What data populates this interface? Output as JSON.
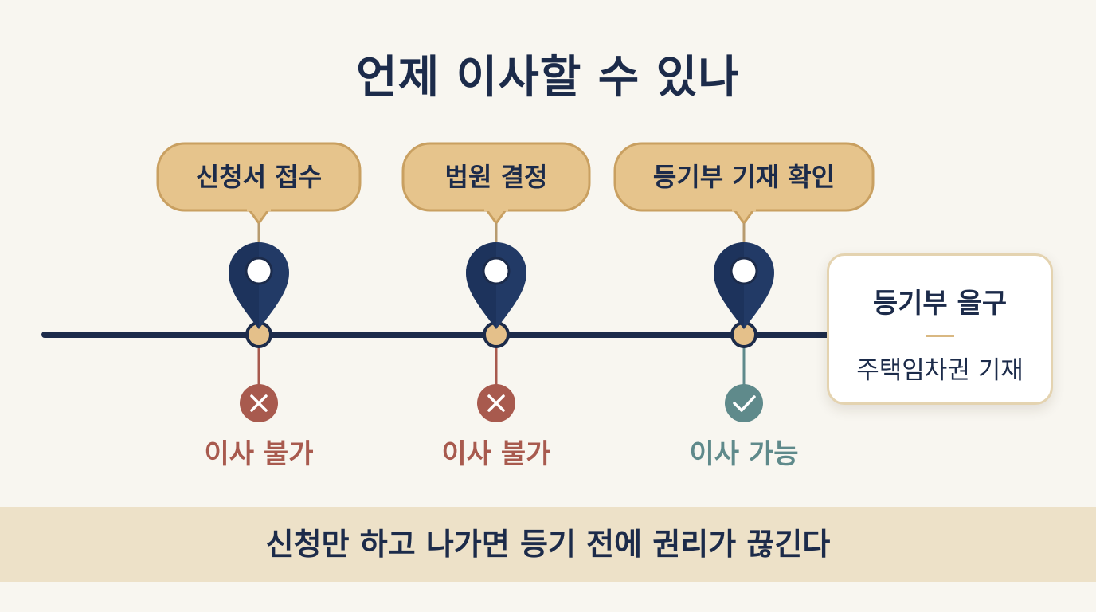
{
  "title": "언제 이사할 수 있나",
  "steps": [
    {
      "label": "신청서 접수",
      "status": "이사 불가",
      "outcome": "x-icon",
      "allowed": false
    },
    {
      "label": "법원 결정",
      "status": "이사 불가",
      "outcome": "x-icon",
      "allowed": false
    },
    {
      "label": "등기부 기재 확인",
      "status": "이사 가능",
      "outcome": "check-icon",
      "allowed": true
    }
  ],
  "card": {
    "title": "등기부 을구",
    "subtitle": "주택임차권 기재"
  },
  "banner": "신청만 하고 나가면 등기 전에 권리가 끊긴다",
  "colors": {
    "navy": "#1c2b4a",
    "pin": "#223a66",
    "bubble": "#e6c48c",
    "bubble_border": "#c9a061",
    "node": "#e4c08a",
    "no": "#a85a4e",
    "yes": "#5f8a8b",
    "banner_bg": "#ede1c8",
    "background": "#f8f6f0"
  }
}
